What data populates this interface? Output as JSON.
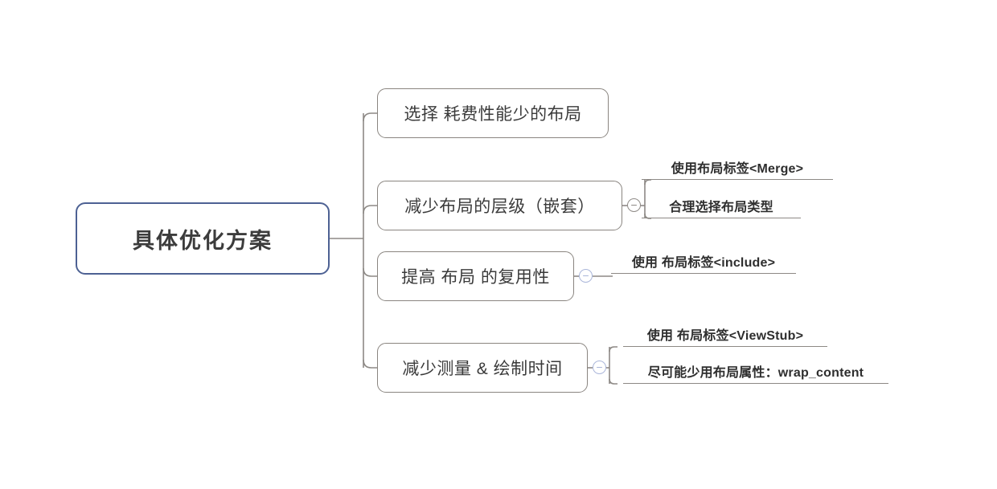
{
  "diagram": {
    "type": "mindmap",
    "orientation": "left-to-right",
    "root": {
      "label": "具体优化方案",
      "border_color": "#4d6193",
      "text_color": "#3c3c3c"
    },
    "node_border_color": "#8a8580",
    "connector_color": "#8d8985",
    "toggle_gray_color": "#8e8a86",
    "toggle_blue_color": "#aab6da",
    "branches": [
      {
        "label": "选择 耗费性能少的布局",
        "toggle": null,
        "children": []
      },
      {
        "label": "减少布局的层级（嵌套）",
        "toggle": {
          "state": "expanded",
          "glyph": "minus",
          "color": "gray"
        },
        "children": [
          {
            "label": "使用布局标签<Merge>",
            "bold": true
          },
          {
            "label": "合理选择布局类型",
            "bold": true
          }
        ]
      },
      {
        "label": "提高 布局 的复用性",
        "toggle": {
          "state": "expanded",
          "glyph": "minus",
          "color": "blue"
        },
        "children": [
          {
            "label": "使用 布局标签<include>",
            "bold": true
          }
        ]
      },
      {
        "label": "减少测量 & 绘制时间",
        "toggle": {
          "state": "expanded",
          "glyph": "minus",
          "color": "blue"
        },
        "children": [
          {
            "label": "使用 布局标签<ViewStub>",
            "bold": true
          },
          {
            "label": "尽可能少用布局属性：wrap_content",
            "bold": true
          }
        ]
      }
    ]
  }
}
